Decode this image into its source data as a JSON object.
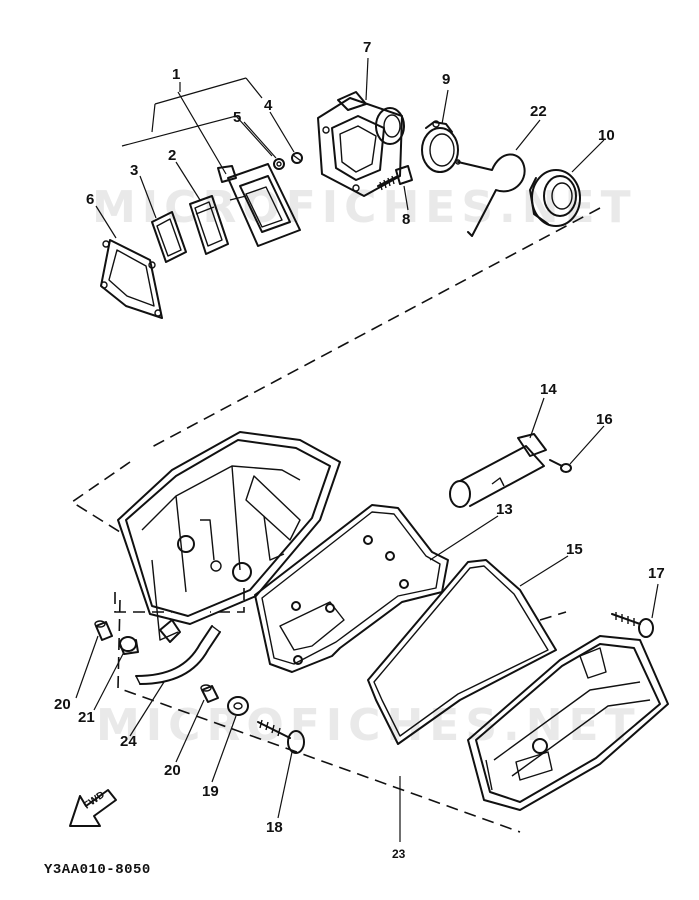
{
  "watermark": "MICROFICHES.NET",
  "reference_code": "Y3AA010-8050",
  "fwd_label": "FWD",
  "callouts": [
    {
      "key": "c1",
      "text": "1"
    },
    {
      "key": "c2",
      "text": "2"
    },
    {
      "key": "c3",
      "text": "3"
    },
    {
      "key": "c4",
      "text": "4"
    },
    {
      "key": "c5",
      "text": "5"
    },
    {
      "key": "c6",
      "text": "6"
    },
    {
      "key": "c7",
      "text": "7"
    },
    {
      "key": "c8",
      "text": "8"
    },
    {
      "key": "c9",
      "text": "9"
    },
    {
      "key": "c10",
      "text": "10"
    },
    {
      "key": "c13",
      "text": "13"
    },
    {
      "key": "c14",
      "text": "14"
    },
    {
      "key": "c15",
      "text": "15"
    },
    {
      "key": "c16",
      "text": "16"
    },
    {
      "key": "c17",
      "text": "17"
    },
    {
      "key": "c18",
      "text": "18"
    },
    {
      "key": "c19",
      "text": "19"
    },
    {
      "key": "c20a",
      "text": "20"
    },
    {
      "key": "c20b",
      "text": "20"
    },
    {
      "key": "c21",
      "text": "21"
    },
    {
      "key": "c22",
      "text": "22"
    },
    {
      "key": "c23",
      "text": "23"
    },
    {
      "key": "c24",
      "text": "24"
    }
  ]
}
